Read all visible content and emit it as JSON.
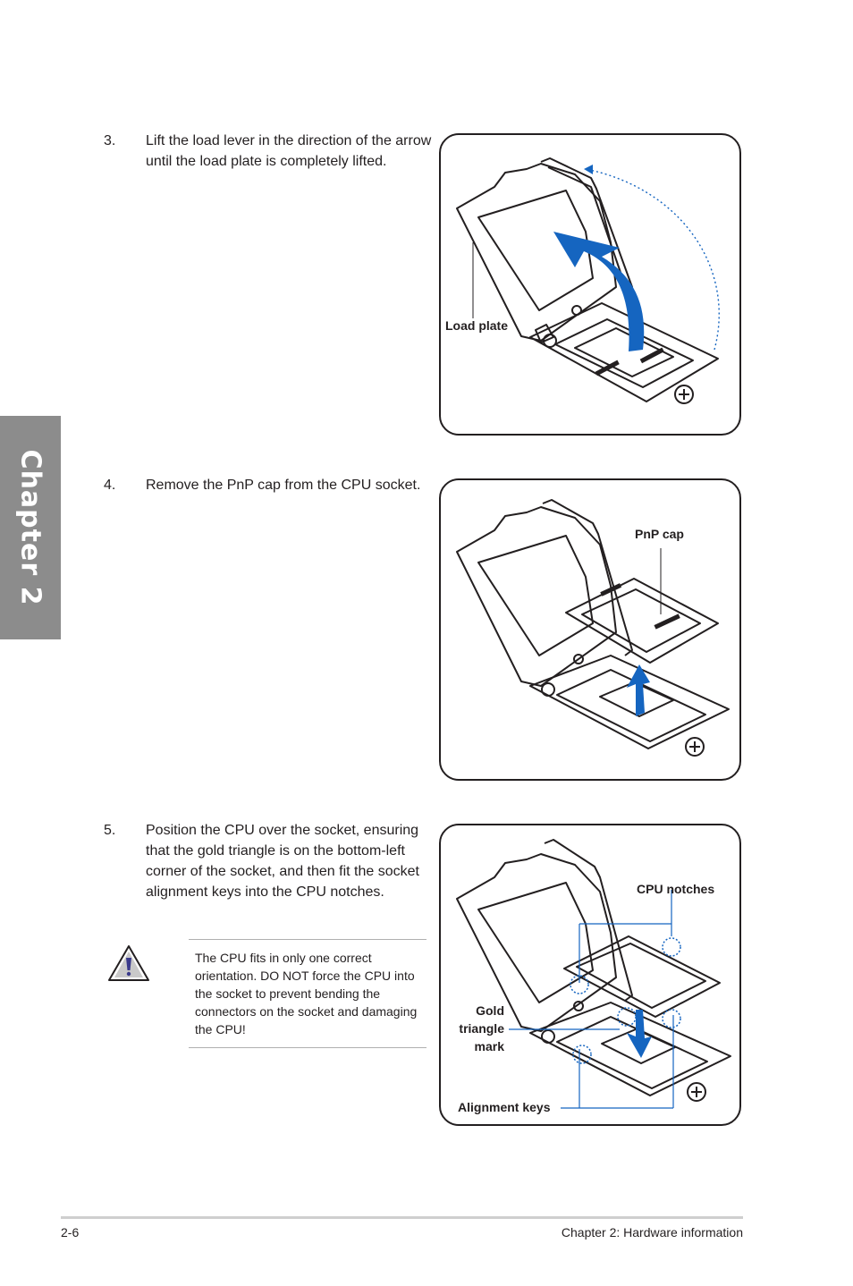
{
  "chapter_tab": "Chapter 2",
  "steps": [
    {
      "number": "3.",
      "text": "Lift the load lever in the direction of the arrow until the load plate is completely lifted."
    },
    {
      "number": "4.",
      "text": "Remove the PnP cap from the CPU socket."
    },
    {
      "number": "5.",
      "text": "Position the CPU over the socket, ensuring that the gold triangle is on the bottom-left corner of the socket, and then fit the socket alignment keys into the CPU notches."
    }
  ],
  "figures": [
    {
      "callouts": [
        "Load plate"
      ]
    },
    {
      "callouts": [
        "PnP cap"
      ]
    },
    {
      "callouts": [
        "CPU notches",
        "Gold\ntriangle\nmark",
        "Alignment keys"
      ]
    }
  ],
  "note": {
    "icon": "warning-triangle-icon",
    "text": "The CPU fits in only one correct orientation. DO NOT force the CPU into the socket to prevent bending the connectors on the socket and damaging the CPU!"
  },
  "footer": {
    "page": "2-6",
    "section": "Chapter 2: Hardware information"
  },
  "colors": {
    "accent_blue": "#1565c0",
    "tab_gray": "#8c8c8c",
    "ink": "#231f20"
  }
}
